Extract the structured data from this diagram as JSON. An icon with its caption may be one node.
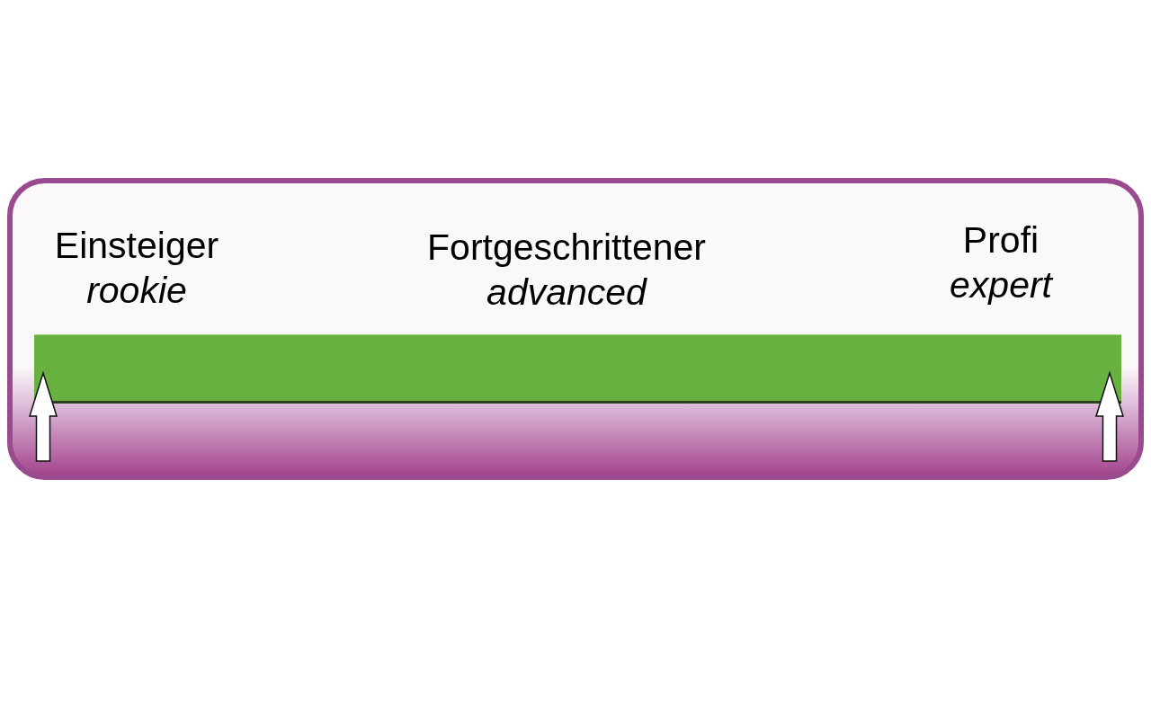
{
  "diagram": {
    "nodes": [
      {
        "text": [
          "Einsteiger *rookie*",
          "Fortgeschrittener *advanced*",
          "Profi *expert*"
        ]
      },
      {
        "text": [],
        "shape": "bar",
        "in": 0
      }
    ],
    "edges": [
      {
        "from": null,
        "to": 1,
        "arrow": "to"
      },
      {
        "from": null,
        "to": 1,
        "arrow": "to"
      }
    ]
  }
}
